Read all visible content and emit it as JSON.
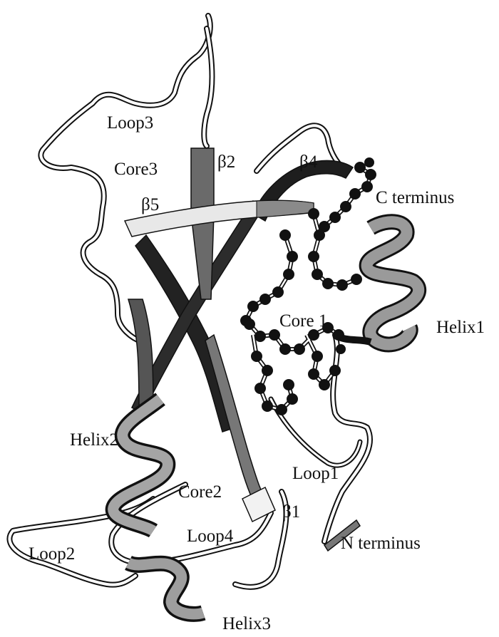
{
  "labels": {
    "loop3": "Loop3",
    "core3": "Core3",
    "beta2": "β2",
    "beta4": "β4",
    "beta5": "β5",
    "c_terminus": "C terminus",
    "core1": "Core 1",
    "helix1": "Helix1",
    "helix2": "Helix2",
    "loop1": "Loop1",
    "core2": "Core2",
    "beta1": "β1",
    "loop4": "Loop4",
    "loop2": "Loop2",
    "n_terminus": "N terminus",
    "helix3": "Helix3"
  },
  "colors": {
    "background": "#ffffff",
    "ink": "#111111",
    "strand_dark": "#222222",
    "strand_mid": "#6a6a6a",
    "strand_light": "#f0f0f0",
    "coil": "#ffffff"
  }
}
